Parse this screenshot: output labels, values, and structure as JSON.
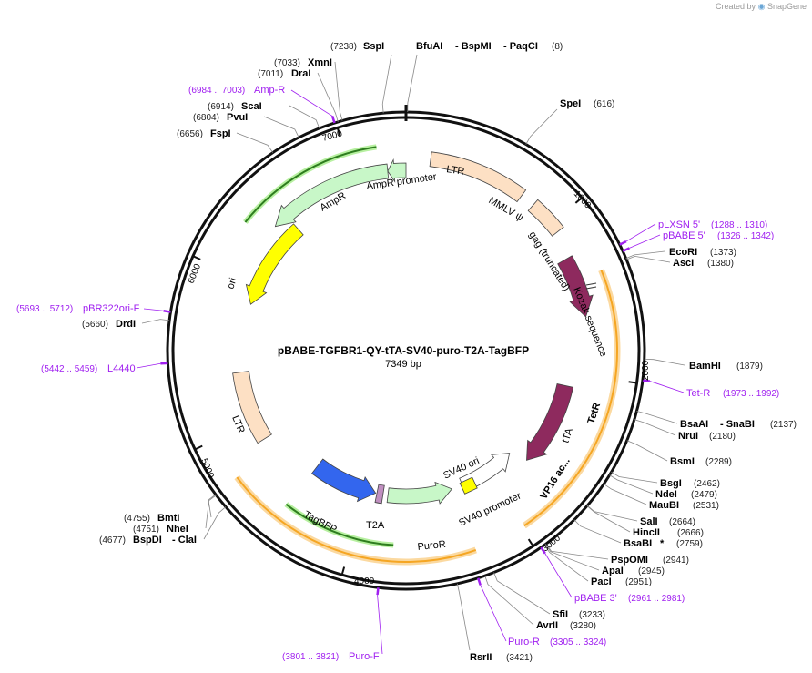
{
  "brand": {
    "prefix": "Created by",
    "name": "SnapGene"
  },
  "plasmid": {
    "name": "pBABE-TGFBR1-QY-tTA-SV40-puro-T2A-TagBFP",
    "length_label": "7349 bp"
  },
  "ticks": [
    "1000",
    "2000",
    "3000",
    "4000",
    "5000",
    "6000",
    "7000"
  ],
  "features": [
    {
      "label": "LTR"
    },
    {
      "label": "MMLV ψ"
    },
    {
      "label": "gag (truncated)"
    },
    {
      "label": "Kozak sequence"
    },
    {
      "label": "TetR"
    },
    {
      "label": "tTA"
    },
    {
      "label": "VP16 ac..."
    },
    {
      "label": "SV40 promoter"
    },
    {
      "label": "SV40 ori"
    },
    {
      "label": "PuroR"
    },
    {
      "label": "T2A"
    },
    {
      "label": "TagBFP"
    },
    {
      "label": "LTR"
    },
    {
      "label": "ori"
    },
    {
      "label": "AmpR"
    },
    {
      "label": "AmpR promoter"
    }
  ],
  "enzymes": [
    {
      "pos": "(7238)",
      "name": "SspI"
    },
    {
      "name": "BfuAI",
      "extra": "- BspMI",
      "extra2": "- PaqCI",
      "pos": "(8)"
    },
    {
      "name": "SpeI",
      "pos": "(616)"
    },
    {
      "name": "EcoRI",
      "pos": "(1373)"
    },
    {
      "name": "AscI",
      "pos": "(1380)"
    },
    {
      "name": "BamHI",
      "pos": "(1879)"
    },
    {
      "name": "BsaAI",
      "extra": "- SnaBI",
      "pos": "(2137)"
    },
    {
      "name": "NruI",
      "pos": "(2180)"
    },
    {
      "name": "BsmI",
      "pos": "(2289)"
    },
    {
      "name": "BsgI",
      "pos": "(2462)"
    },
    {
      "name": "NdeI",
      "pos": "(2479)"
    },
    {
      "name": "MauBI",
      "pos": "(2531)"
    },
    {
      "name": "SalI",
      "pos": "(2664)"
    },
    {
      "name": "HincII",
      "pos": "(2666)"
    },
    {
      "name": "BsaBI",
      "extra": "*",
      "pos": "(2759)"
    },
    {
      "name": "PspOMI",
      "pos": "(2941)"
    },
    {
      "name": "ApaI",
      "pos": "(2945)"
    },
    {
      "name": "PacI",
      "pos": "(2951)"
    },
    {
      "name": "SfiI",
      "pos": "(3233)"
    },
    {
      "name": "AvrII",
      "pos": "(3280)"
    },
    {
      "name": "RsrII",
      "pos": "(3421)"
    },
    {
      "pos": "(4755)",
      "name": "BmtI"
    },
    {
      "pos": "(4751)",
      "name": "NheI"
    },
    {
      "pos": "(4677)",
      "name": "BspDI",
      "extra": "- ClaI"
    },
    {
      "pos": "(5660)",
      "name": "DrdI"
    },
    {
      "pos": "(6656)",
      "name": "FspI"
    },
    {
      "pos": "(6804)",
      "name": "PvuI"
    },
    {
      "pos": "(6914)",
      "name": "ScaI"
    },
    {
      "pos": "(7011)",
      "name": "DraI"
    },
    {
      "pos": "(7033)",
      "name": "XmnI"
    }
  ],
  "primers": [
    {
      "name": "pLXSN 5'",
      "range": "(1288 .. 1310)"
    },
    {
      "name": "pBABE 5'",
      "range": "(1326 .. 1342)"
    },
    {
      "name": "Tet-R",
      "range": "(1973 .. 1992)"
    },
    {
      "name": "pBABE 3'",
      "range": "(2961 .. 2981)"
    },
    {
      "name": "Puro-R",
      "range": "(3305 .. 3324)"
    },
    {
      "name": "Puro-F",
      "range": "(3801 .. 3821)"
    },
    {
      "name": "L4440",
      "range": "(5442 .. 5459)"
    },
    {
      "name": "pBR322ori-F",
      "range": "(5693 .. 5712)"
    },
    {
      "name": "Amp-R",
      "range": "(6984 .. 7003)"
    }
  ],
  "colors": {
    "ltr": "#fde0c4",
    "mmlv": "#fde0c4",
    "gag": "#8e2a5e",
    "tetr": "#8e2a5e",
    "sv40prom": "#ffffff",
    "sv40ori": "#ffff00",
    "puro": "#c8f7c8",
    "t2a": "#c08fc0",
    "tagbfp": "#3366ee",
    "ori": "#ffff00",
    "ampr": "#c8f7c8",
    "orf": "#f5a623",
    "orf_green": "#2e7d1f",
    "primer": "#a020f0"
  }
}
